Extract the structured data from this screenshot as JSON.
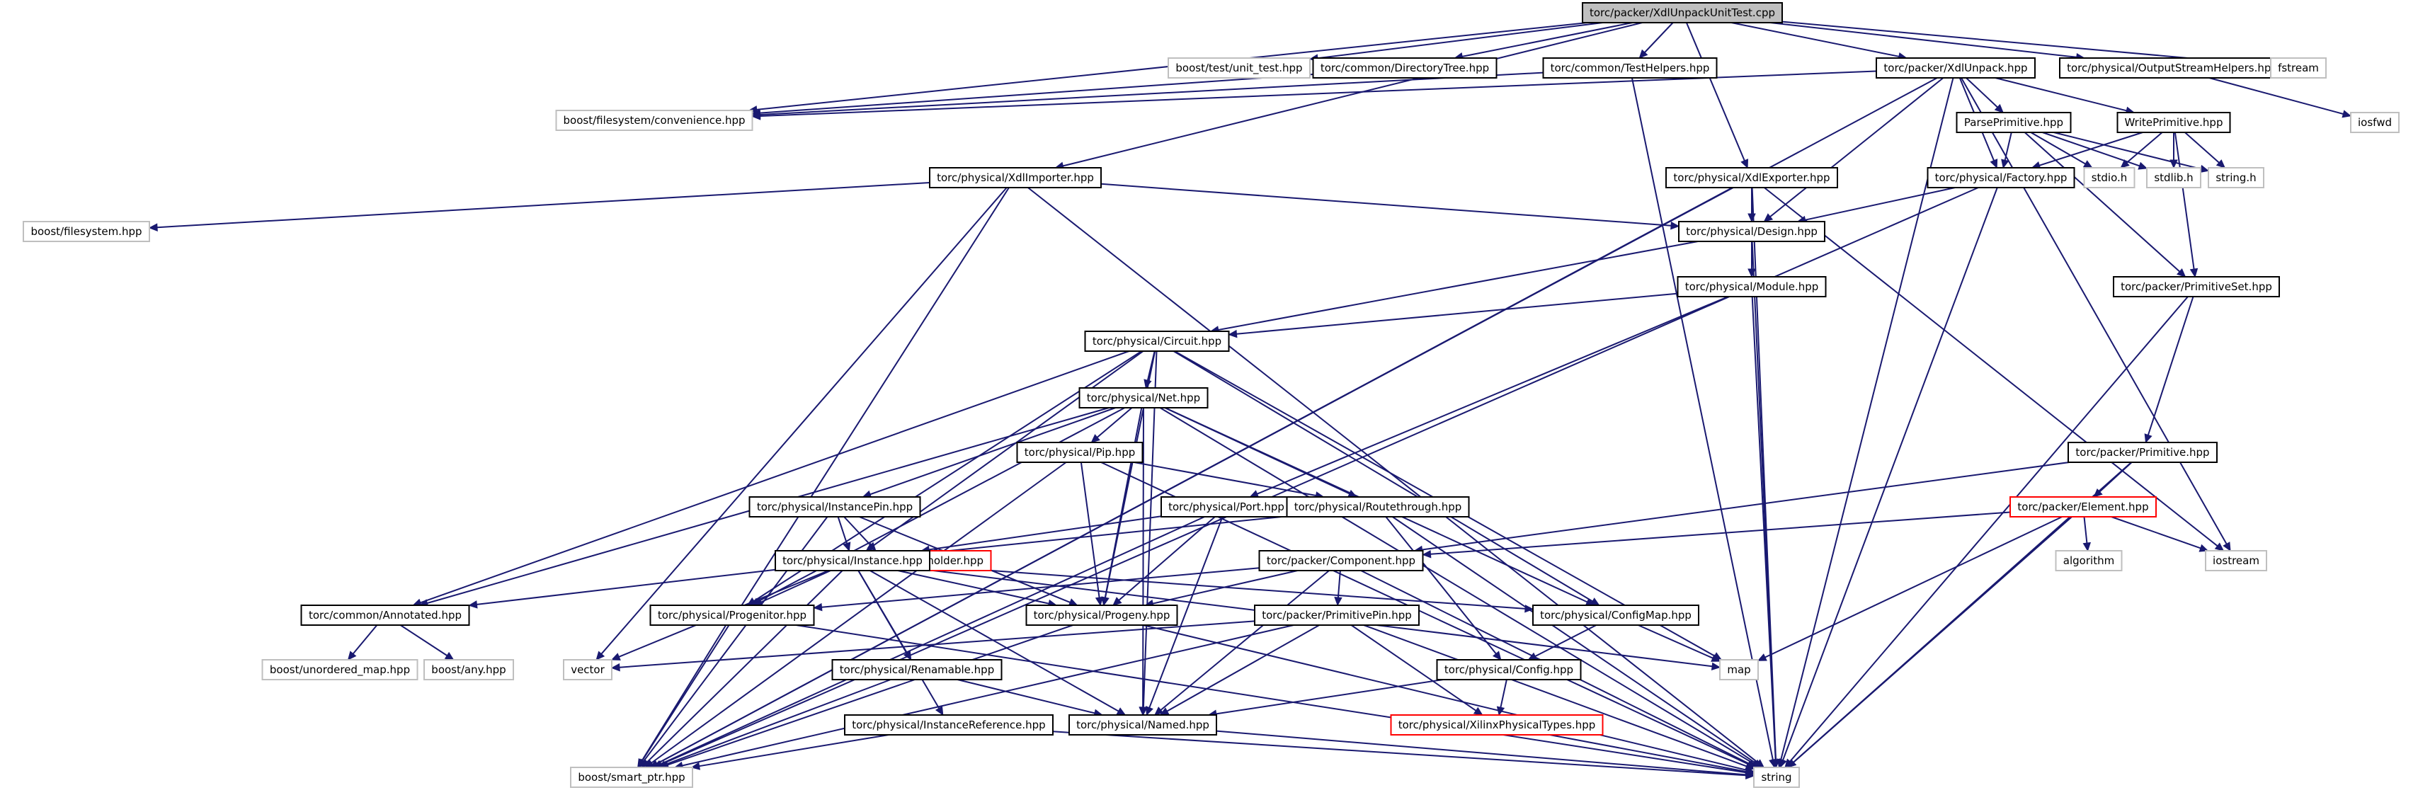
{
  "colors": {
    "edge": "#191970",
    "root_fill": "#bfbfbf",
    "root_stroke": "#000000",
    "node_stroke": "#000000",
    "system_stroke": "#bfbfbf",
    "truncated_stroke": "#ff0000"
  },
  "nodes": [
    {
      "id": "root",
      "label": "torc/packer/XdlUnpackUnitTest.cpp",
      "kind": "root"
    },
    {
      "id": "unit_test",
      "label": "boost/test/unit_test.hpp",
      "kind": "system"
    },
    {
      "id": "dirtree",
      "label": "torc/common/DirectoryTree.hpp",
      "kind": "node"
    },
    {
      "id": "testhelpers",
      "label": "torc/common/TestHelpers.hpp",
      "kind": "node"
    },
    {
      "id": "xdlunpack",
      "label": "torc/packer/XdlUnpack.hpp",
      "kind": "node"
    },
    {
      "id": "osh",
      "label": "torc/physical/OutputStreamHelpers.hpp",
      "kind": "node"
    },
    {
      "id": "fstream",
      "label": "fstream",
      "kind": "system"
    },
    {
      "id": "iosfwd",
      "label": "iosfwd",
      "kind": "system"
    },
    {
      "id": "fsconv",
      "label": "boost/filesystem/convenience.hpp",
      "kind": "system"
    },
    {
      "id": "parseprim",
      "label": "ParsePrimitive.hpp",
      "kind": "node"
    },
    {
      "id": "writeprim",
      "label": "WritePrimitive.hpp",
      "kind": "node"
    },
    {
      "id": "stdio",
      "label": "stdio.h",
      "kind": "system"
    },
    {
      "id": "stdlib",
      "label": "stdlib.h",
      "kind": "system"
    },
    {
      "id": "stringh",
      "label": "string.h",
      "kind": "system"
    },
    {
      "id": "xdlimporter",
      "label": "torc/physical/XdlImporter.hpp",
      "kind": "node"
    },
    {
      "id": "xdlexporter",
      "label": "torc/physical/XdlExporter.hpp",
      "kind": "node"
    },
    {
      "id": "factory",
      "label": "torc/physical/Factory.hpp",
      "kind": "node"
    },
    {
      "id": "bfs",
      "label": "boost/filesystem.hpp",
      "kind": "system"
    },
    {
      "id": "design",
      "label": "torc/physical/Design.hpp",
      "kind": "node"
    },
    {
      "id": "module",
      "label": "torc/physical/Module.hpp",
      "kind": "node"
    },
    {
      "id": "primset",
      "label": "torc/packer/PrimitiveSet.hpp",
      "kind": "node"
    },
    {
      "id": "circuit",
      "label": "torc/physical/Circuit.hpp",
      "kind": "node"
    },
    {
      "id": "net",
      "label": "torc/physical/Net.hpp",
      "kind": "node"
    },
    {
      "id": "pip",
      "label": "torc/physical/Pip.hpp",
      "kind": "node"
    },
    {
      "id": "primitive",
      "label": "torc/packer/Primitive.hpp",
      "kind": "node"
    },
    {
      "id": "instancepin",
      "label": "torc/physical/InstancePin.hpp",
      "kind": "node"
    },
    {
      "id": "port",
      "label": "torc/physical/Port.hpp",
      "kind": "node"
    },
    {
      "id": "routethrough",
      "label": "torc/physical/Routethrough.hpp",
      "kind": "node"
    },
    {
      "id": "element",
      "label": "torc/packer/Element.hpp",
      "kind": "truncated"
    },
    {
      "id": "tilewire",
      "label": "torc/physical/TilewirePlaceholder.hpp",
      "kind": "truncated"
    },
    {
      "id": "algorithm",
      "label": "algorithm",
      "kind": "system"
    },
    {
      "id": "iostream",
      "label": "iostream",
      "kind": "system"
    },
    {
      "id": "instance",
      "label": "torc/physical/Instance.hpp",
      "kind": "node"
    },
    {
      "id": "component",
      "label": "torc/packer/Component.hpp",
      "kind": "node"
    },
    {
      "id": "annotated",
      "label": "torc/common/Annotated.hpp",
      "kind": "node"
    },
    {
      "id": "progenitor",
      "label": "torc/physical/Progenitor.hpp",
      "kind": "node"
    },
    {
      "id": "progeny",
      "label": "torc/physical/Progeny.hpp",
      "kind": "node"
    },
    {
      "id": "configmap",
      "label": "torc/physical/ConfigMap.hpp",
      "kind": "node"
    },
    {
      "id": "primpin",
      "label": "torc/packer/PrimitivePin.hpp",
      "kind": "node"
    },
    {
      "id": "map",
      "label": "map",
      "kind": "system"
    },
    {
      "id": "vector",
      "label": "vector",
      "kind": "system"
    },
    {
      "id": "unordered",
      "label": "boost/unordered_map.hpp",
      "kind": "system"
    },
    {
      "id": "any",
      "label": "boost/any.hpp",
      "kind": "system"
    },
    {
      "id": "renamable",
      "label": "torc/physical/Renamable.hpp",
      "kind": "node"
    },
    {
      "id": "config",
      "label": "torc/physical/Config.hpp",
      "kind": "node"
    },
    {
      "id": "instref",
      "label": "torc/physical/InstanceReference.hpp",
      "kind": "node"
    },
    {
      "id": "named",
      "label": "torc/physical/Named.hpp",
      "kind": "node"
    },
    {
      "id": "xilinxtypes",
      "label": "torc/physical/XilinxPhysicalTypes.hpp",
      "kind": "truncated"
    },
    {
      "id": "smartptr",
      "label": "boost/smart_ptr.hpp",
      "kind": "system"
    },
    {
      "id": "string",
      "label": "string",
      "kind": "system"
    }
  ],
  "edges": [
    [
      "root",
      "unit_test"
    ],
    [
      "root",
      "dirtree"
    ],
    [
      "root",
      "testhelpers"
    ],
    [
      "root",
      "xdlunpack"
    ],
    [
      "root",
      "osh"
    ],
    [
      "root",
      "fstream"
    ],
    [
      "root",
      "fsconv"
    ],
    [
      "root",
      "xdlimporter"
    ],
    [
      "root",
      "xdlexporter"
    ],
    [
      "dirtree",
      "fsconv"
    ],
    [
      "testhelpers",
      "fsconv"
    ],
    [
      "testhelpers",
      "string"
    ],
    [
      "xdlunpack",
      "fsconv"
    ],
    [
      "xdlunpack",
      "parseprim"
    ],
    [
      "xdlunpack",
      "writeprim"
    ],
    [
      "xdlunpack",
      "factory"
    ],
    [
      "xdlunpack",
      "design"
    ],
    [
      "xdlunpack",
      "iostream"
    ],
    [
      "xdlunpack",
      "string"
    ],
    [
      "xdlunpack",
      "smartptr"
    ],
    [
      "osh",
      "iosfwd"
    ],
    [
      "parseprim",
      "stdio"
    ],
    [
      "parseprim",
      "stdlib"
    ],
    [
      "parseprim",
      "stringh"
    ],
    [
      "parseprim",
      "factory"
    ],
    [
      "parseprim",
      "primset"
    ],
    [
      "writeprim",
      "stdio"
    ],
    [
      "writeprim",
      "stdlib"
    ],
    [
      "writeprim",
      "stringh"
    ],
    [
      "writeprim",
      "factory"
    ],
    [
      "writeprim",
      "primset"
    ],
    [
      "xdlimporter",
      "bfs"
    ],
    [
      "xdlimporter",
      "design"
    ],
    [
      "xdlimporter",
      "smartptr"
    ],
    [
      "xdlimporter",
      "vector"
    ],
    [
      "xdlimporter",
      "string"
    ],
    [
      "xdlexporter",
      "design"
    ],
    [
      "xdlexporter",
      "smartptr"
    ],
    [
      "xdlexporter",
      "string"
    ],
    [
      "xdlexporter",
      "iostream"
    ],
    [
      "factory",
      "design"
    ],
    [
      "factory",
      "smartptr"
    ],
    [
      "factory",
      "string"
    ],
    [
      "design",
      "circuit"
    ],
    [
      "design",
      "module"
    ],
    [
      "design",
      "string"
    ],
    [
      "module",
      "circuit"
    ],
    [
      "module",
      "port"
    ],
    [
      "module",
      "string"
    ],
    [
      "primset",
      "primitive"
    ],
    [
      "primset",
      "string"
    ],
    [
      "circuit",
      "net"
    ],
    [
      "circuit",
      "instance"
    ],
    [
      "circuit",
      "progeny"
    ],
    [
      "circuit",
      "progenitor"
    ],
    [
      "circuit",
      "annotated"
    ],
    [
      "circuit",
      "configmap"
    ],
    [
      "circuit",
      "named"
    ],
    [
      "circuit",
      "map"
    ],
    [
      "net",
      "pip"
    ],
    [
      "net",
      "instancepin"
    ],
    [
      "net",
      "routethrough"
    ],
    [
      "net",
      "progeny"
    ],
    [
      "net",
      "progenitor"
    ],
    [
      "net",
      "named"
    ],
    [
      "net",
      "configmap"
    ],
    [
      "net",
      "annotated"
    ],
    [
      "net",
      "string"
    ],
    [
      "pip",
      "routethrough"
    ],
    [
      "pip",
      "progeny"
    ],
    [
      "pip",
      "smartptr"
    ],
    [
      "pip",
      "string"
    ],
    [
      "primitive",
      "element"
    ],
    [
      "primitive",
      "component"
    ],
    [
      "primitive",
      "string"
    ],
    [
      "instancepin",
      "instance"
    ],
    [
      "instancepin",
      "tilewire"
    ],
    [
      "instancepin",
      "progeny"
    ],
    [
      "instancepin",
      "smartptr"
    ],
    [
      "port",
      "instance"
    ],
    [
      "port",
      "progeny"
    ],
    [
      "port",
      "named"
    ],
    [
      "port",
      "smartptr"
    ],
    [
      "routethrough",
      "instance"
    ],
    [
      "routethrough",
      "config"
    ],
    [
      "routethrough",
      "string"
    ],
    [
      "element",
      "algorithm"
    ],
    [
      "element",
      "iostream"
    ],
    [
      "element",
      "component"
    ],
    [
      "element",
      "map"
    ],
    [
      "element",
      "string"
    ],
    [
      "instance",
      "annotated"
    ],
    [
      "instance",
      "progenitor"
    ],
    [
      "instance",
      "progeny"
    ],
    [
      "instance",
      "configmap"
    ],
    [
      "instance",
      "renamable"
    ],
    [
      "instance",
      "named"
    ],
    [
      "instance",
      "instref"
    ],
    [
      "instance",
      "vector"
    ],
    [
      "instance",
      "map"
    ],
    [
      "instance",
      "smartptr"
    ],
    [
      "component",
      "progenitor"
    ],
    [
      "component",
      "progeny"
    ],
    [
      "component",
      "primpin"
    ],
    [
      "component",
      "named"
    ],
    [
      "component",
      "string"
    ],
    [
      "annotated",
      "unordered"
    ],
    [
      "annotated",
      "any"
    ],
    [
      "progenitor",
      "smartptr"
    ],
    [
      "progenitor",
      "string"
    ],
    [
      "progeny",
      "smartptr"
    ],
    [
      "progeny",
      "string"
    ],
    [
      "configmap",
      "config"
    ],
    [
      "configmap",
      "map"
    ],
    [
      "primpin",
      "vector"
    ],
    [
      "primpin",
      "named"
    ],
    [
      "primpin",
      "xilinxtypes"
    ],
    [
      "primpin",
      "smartptr"
    ],
    [
      "primpin",
      "string"
    ],
    [
      "renamable",
      "named"
    ],
    [
      "renamable",
      "smartptr"
    ],
    [
      "config",
      "named"
    ],
    [
      "config",
      "xilinxtypes"
    ],
    [
      "instref",
      "smartptr"
    ],
    [
      "instref",
      "string"
    ],
    [
      "named",
      "string"
    ],
    [
      "xilinxtypes",
      "string"
    ]
  ]
}
